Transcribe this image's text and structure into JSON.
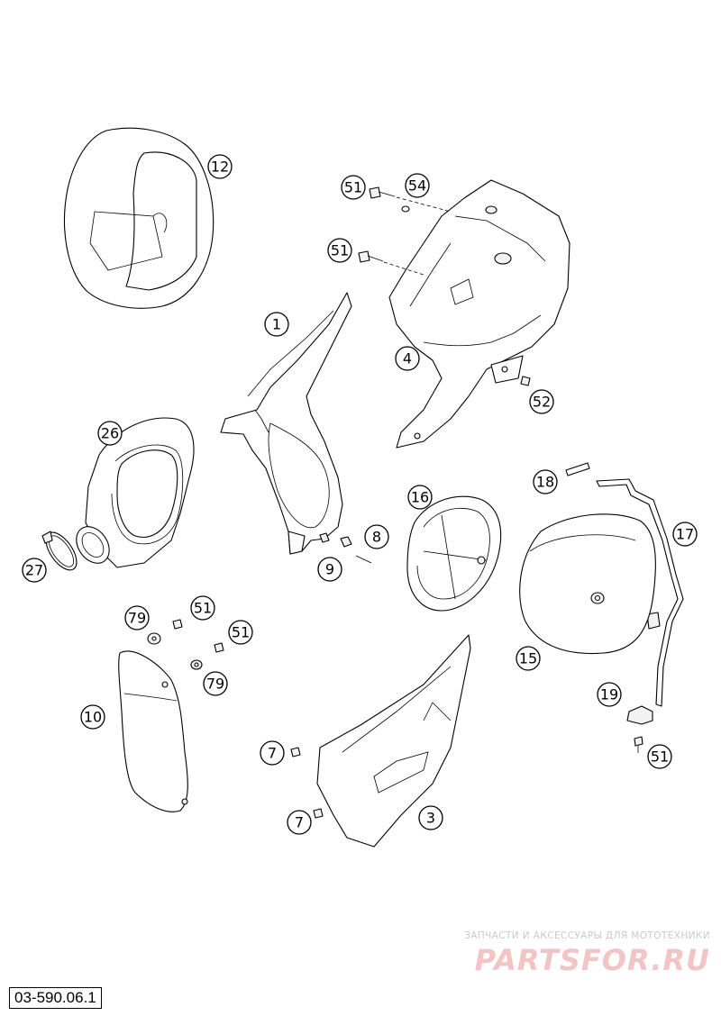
{
  "diagram": {
    "code": "03-590.06.1",
    "watermark_line1": "ЗАПЧАСТИ И АКСЕССУАРЫ ДЛЯ МОТОТЕХНИКИ",
    "watermark_line2": "PARTSFOR.RU",
    "callouts": [
      "12",
      "51",
      "54",
      "51",
      "1",
      "4",
      "52",
      "26",
      "8",
      "9",
      "27",
      "16",
      "18",
      "17",
      "15",
      "79",
      "51",
      "51",
      "79",
      "10",
      "19",
      "51",
      "7",
      "7",
      "3"
    ]
  }
}
